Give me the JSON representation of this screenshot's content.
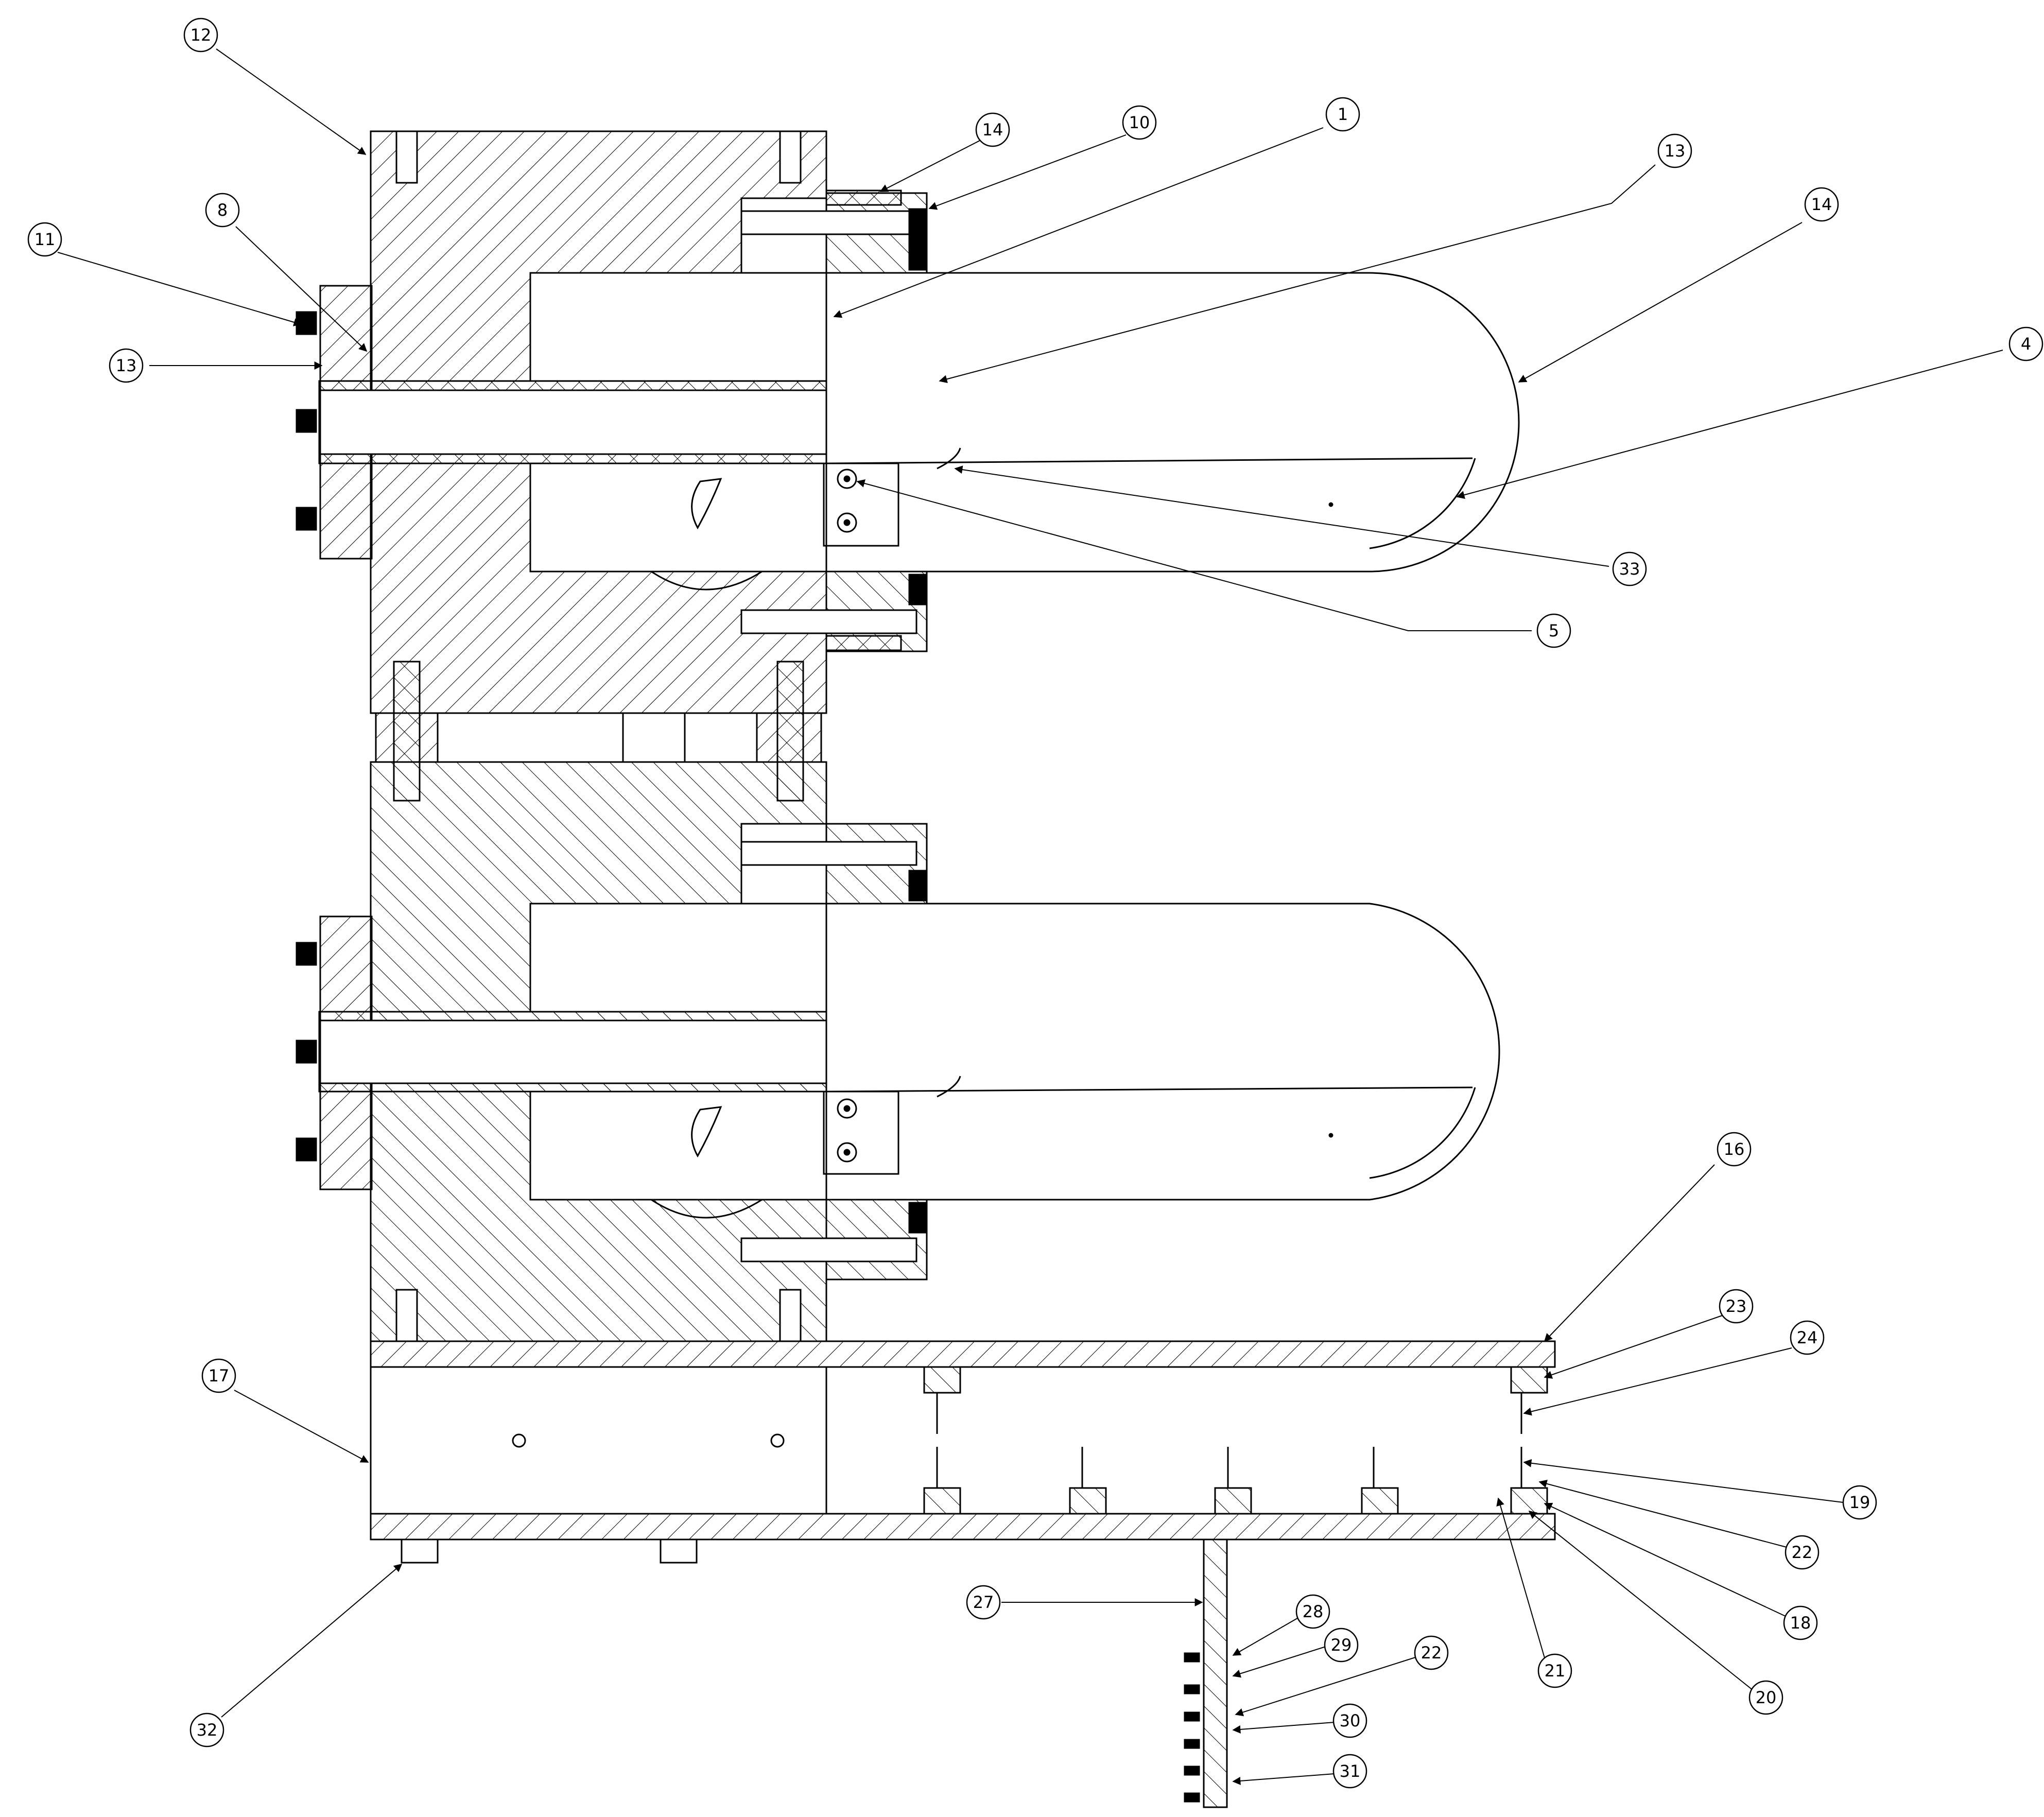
{
  "balloons": [
    {
      "label": "12"
    },
    {
      "label": "14"
    },
    {
      "label": "10"
    },
    {
      "label": "1"
    },
    {
      "label": "13"
    },
    {
      "label": "14"
    },
    {
      "label": "8"
    },
    {
      "label": "11"
    },
    {
      "label": "13"
    },
    {
      "label": "4"
    },
    {
      "label": "33"
    },
    {
      "label": "5"
    },
    {
      "label": "16"
    },
    {
      "label": "23"
    },
    {
      "label": "24"
    },
    {
      "label": "17"
    },
    {
      "label": "19"
    },
    {
      "label": "22"
    },
    {
      "label": "18"
    },
    {
      "label": "20"
    },
    {
      "label": "21"
    },
    {
      "label": "27"
    },
    {
      "label": "28"
    },
    {
      "label": "29"
    },
    {
      "label": "22"
    },
    {
      "label": "30"
    },
    {
      "label": "31"
    },
    {
      "label": "32"
    }
  ]
}
